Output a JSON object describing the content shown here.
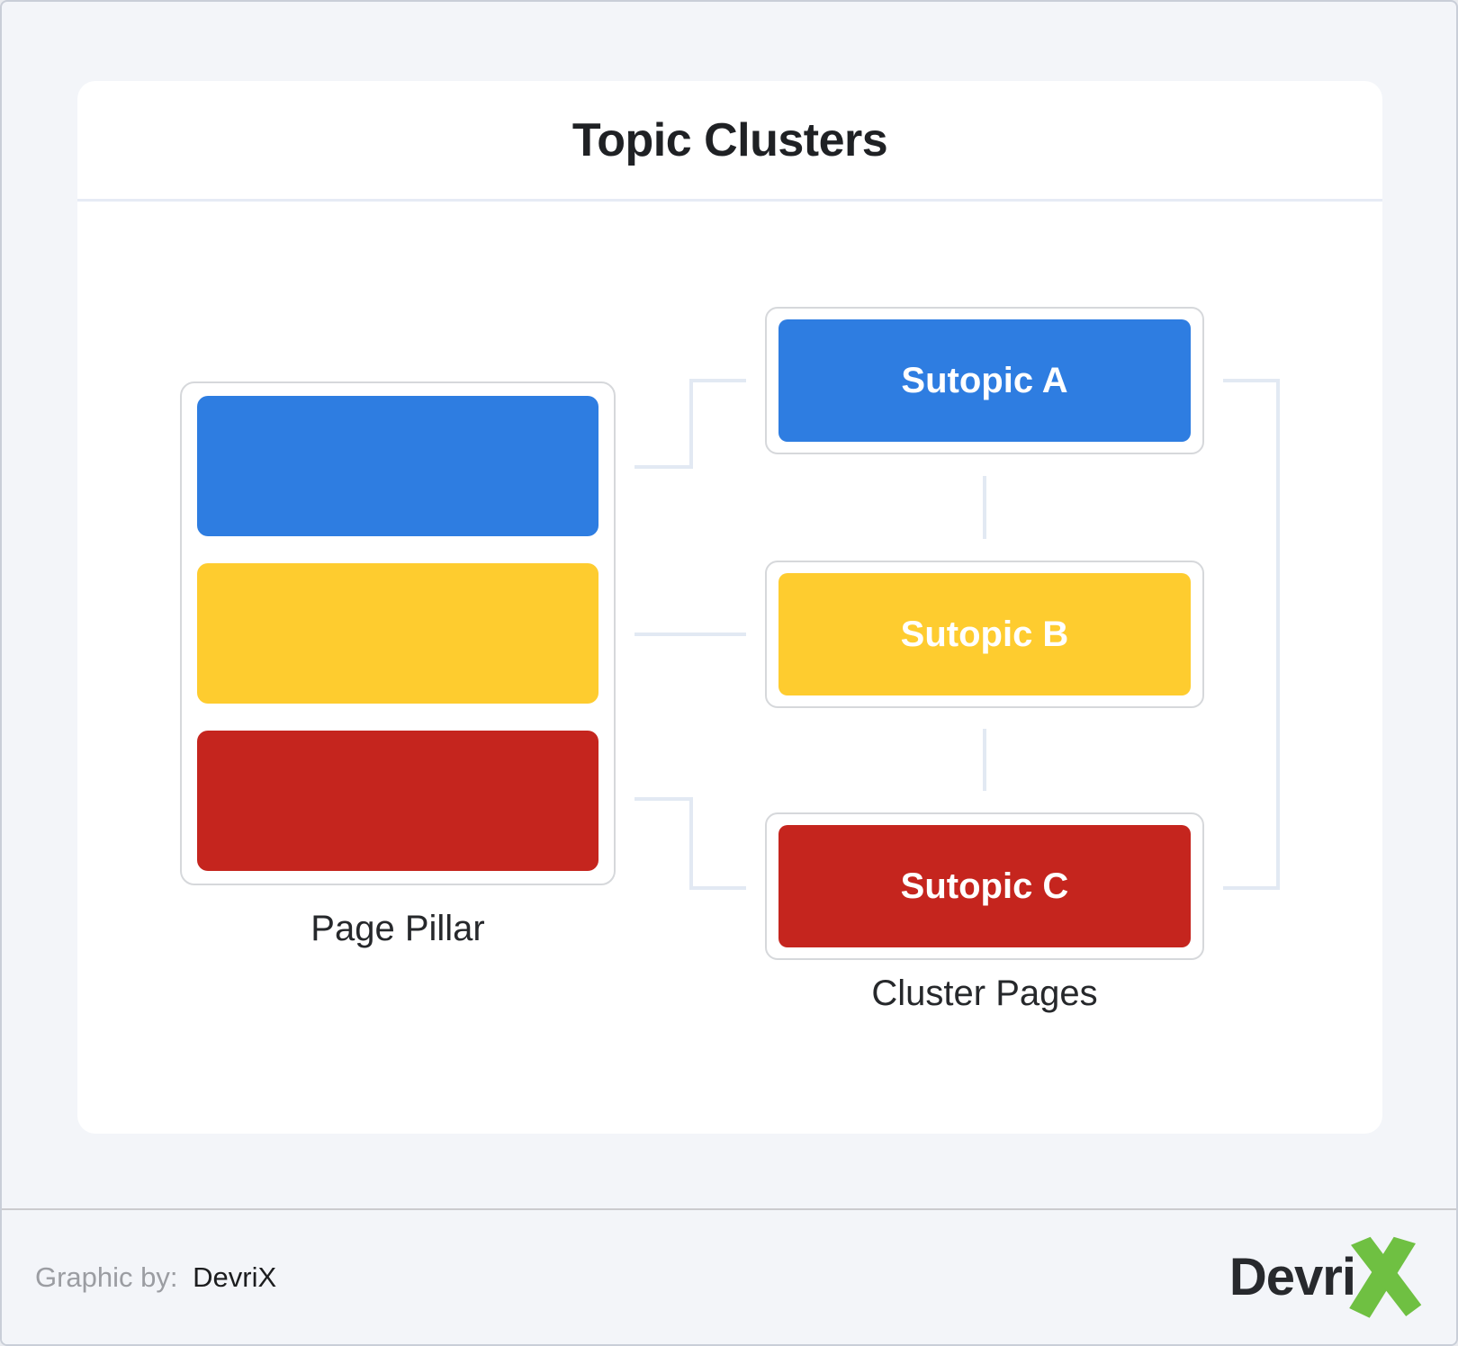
{
  "title": "Topic Clusters",
  "pillar": {
    "label": "Page Pillar",
    "bars": [
      {
        "name": "blue-bar",
        "color_key": "blue"
      },
      {
        "name": "yellow-bar",
        "color_key": "yellow"
      },
      {
        "name": "red-bar",
        "color_key": "red"
      }
    ]
  },
  "clusters": {
    "label": "Cluster Pages",
    "items": [
      {
        "label": "Sutopic A",
        "color_key": "blue"
      },
      {
        "label": "Sutopic B",
        "color_key": "yellow"
      },
      {
        "label": "Sutopic C",
        "color_key": "red"
      }
    ]
  },
  "footer": {
    "credit_prefix": "Graphic by:",
    "credit_name": "DevriX",
    "logo_text": "Devri",
    "logo_mark": "X"
  },
  "colors": {
    "blue": "#2E7DE1",
    "yellow": "#FECC2F",
    "red": "#C5251E",
    "connector": "#E2E9F3",
    "green": "#6FC042",
    "text_dark": "#1F2124",
    "text_gray": "#9B9DA2"
  }
}
